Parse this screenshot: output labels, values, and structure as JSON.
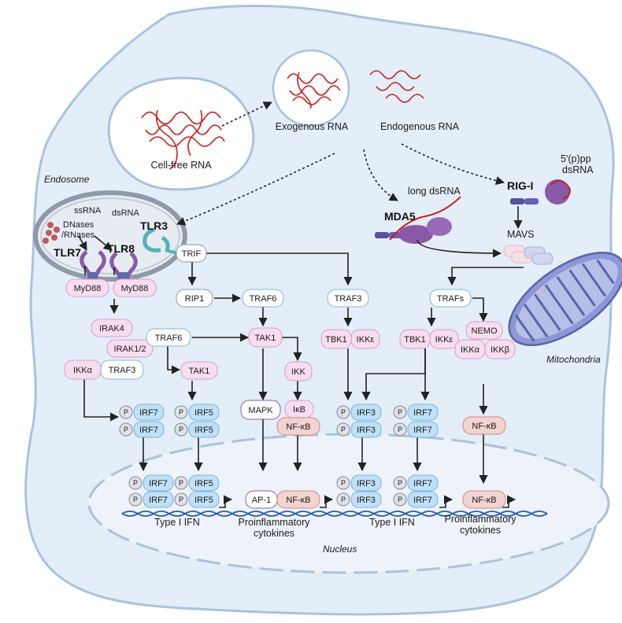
{
  "labels": {
    "cell_free_rna": "Cell-free RNA",
    "exogenous_rna": "Exogenous RNA",
    "endogenous_rna": "Endogenous RNA",
    "endosome": "Endosome",
    "ssrna": "ssRNA",
    "dsrna": "dsRNA",
    "dnases_1": "DNases",
    "dnases_2": "/RNases",
    "tlr3": "TLR3",
    "tlr7": "TLR7",
    "tlr8": "TLR8",
    "long_dsrna": "long dsRNA",
    "mda5": "MDA5",
    "rigi": "RIG-I",
    "pp_dsrna_1": "5'(p)pp",
    "pp_dsrna_2": "dsRNA",
    "mavs": "MAVS",
    "mitochondria": "Mitochondria",
    "nucleus": "Nucleus",
    "type1_ifn": "Type I IFN",
    "proinflammatory_1": "Proinflammatory",
    "proinflammatory_2": "cytokines"
  },
  "nodes": {
    "trif": "TRIF",
    "myd88": "MyD88",
    "rip1": "RIP1",
    "traf6": "TRAF6",
    "traf3": "TRAF3",
    "trafs": "TRAFs",
    "irak4": "IRAK4",
    "irak12": "IRAK1/2",
    "tak1": "TAK1",
    "ikka": "IKKα",
    "ikkb": "IKKβ",
    "ikke": "IKKε",
    "ikk": "IKK",
    "tbk1": "TBK1",
    "nemo": "NEMO",
    "mapk": "MAPK",
    "ikb": "IκB",
    "nfkb": "NF-κB",
    "ap1": "AP-1",
    "irf3": "IRF3",
    "irf5": "IRF5",
    "irf7": "IRF7",
    "p": "P"
  },
  "colors": {
    "cell_fill": "#e4eef8",
    "cell_stroke": "#a9c2df",
    "pink_fill": "#f4d0ee",
    "pink_stroke": "#d79bd0",
    "blue_fill": "#bfe0f6",
    "blue_stroke": "#7fb4dc",
    "nfkb_fill": "#f3d3d0",
    "nfkb_stroke": "#c98a86",
    "rna_red": "#c8201d",
    "purple_protein": "#8a5aa8",
    "teal_protein": "#4fb3b8"
  }
}
